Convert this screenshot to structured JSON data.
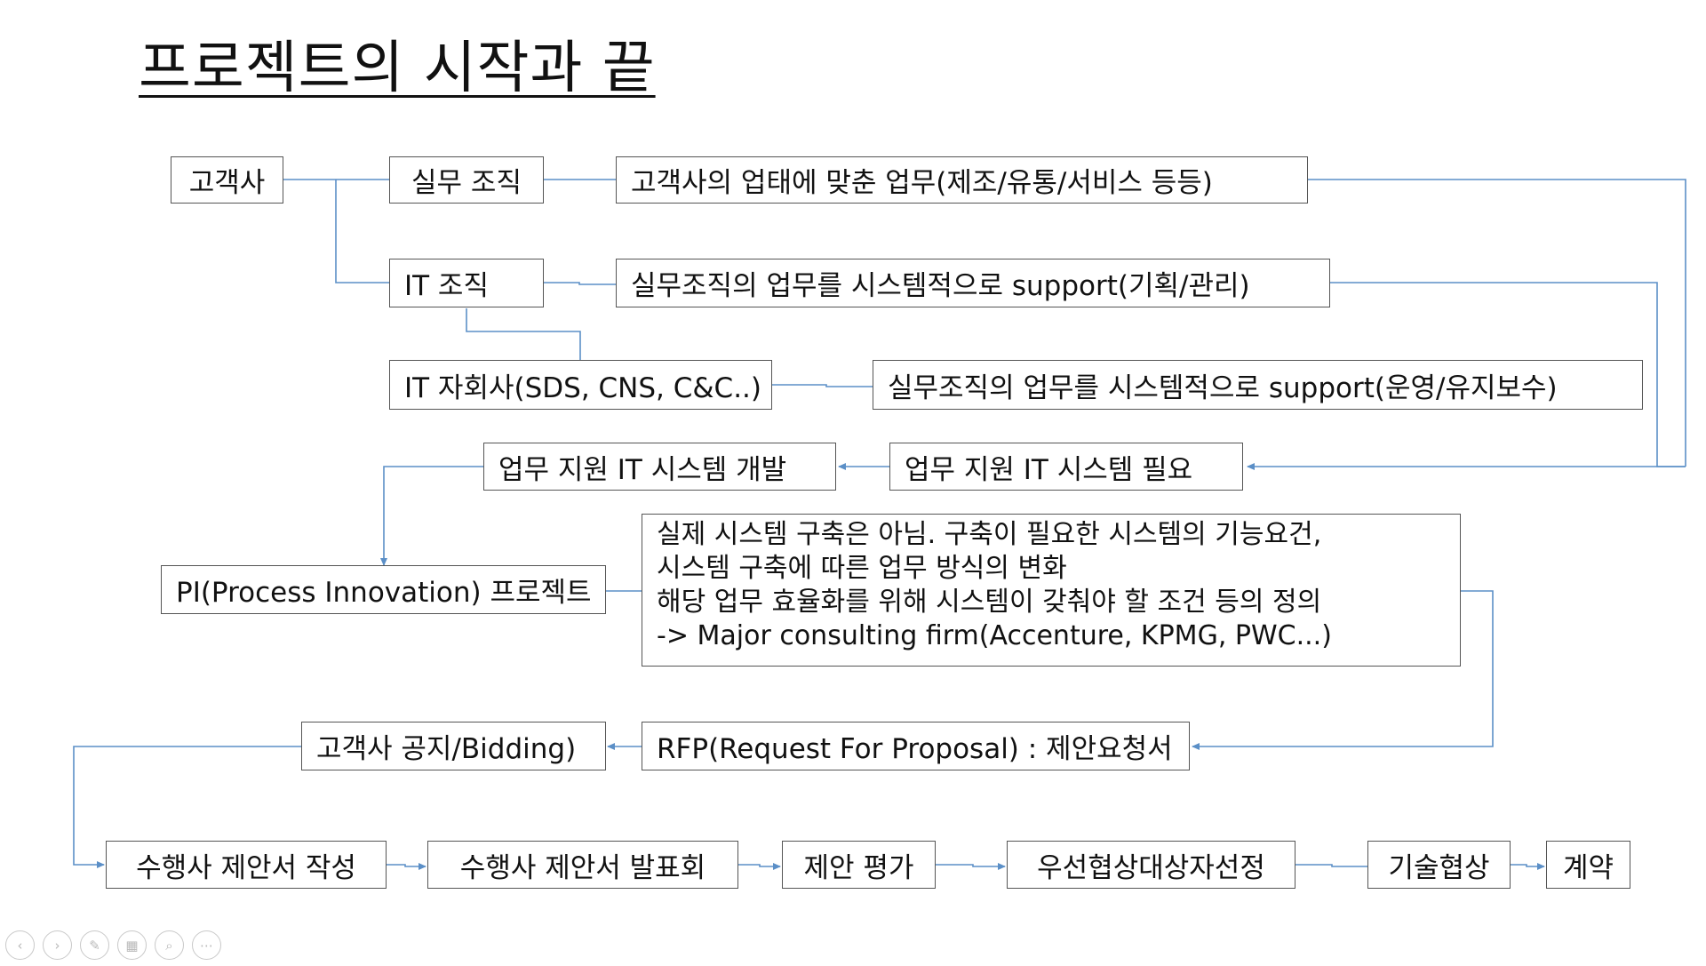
{
  "title": "프로젝트의 시작과 끝",
  "nodes": {
    "customer": "고객사",
    "business_org": "실무 조직",
    "business_desc": "고객사의 업태에 맞춘 업무(제조/유통/서비스 등등)",
    "it_org": "IT 조직",
    "it_org_desc": "실무조직의 업무를 시스템적으로 support(기획/관리)",
    "it_subsidiary": "IT 자회사(SDS, CNS, C&C..)",
    "it_subsidiary_desc": "실무조직의 업무를 시스템적으로 support(운영/유지보수)",
    "need_system": "업무 지원 IT 시스템 필요",
    "develop_system": "업무 지원 IT 시스템 개발",
    "pi_project": "PI(Process Innovation) 프로젝트",
    "pi_desc_lines": [
      "실제 시스템 구축은 아님. 구축이 필요한 시스템의 기능요건,",
      "시스템 구축에 따른 업무 방식의 변화",
      "해당 업무 효율화를 위해 시스템이 갖춰야 할 조건 등의 정의",
      "-> Major consulting firm(Accenture, KPMG, PWC...)"
    ],
    "rfp": "RFP(Request For Proposal) : 제안요청서",
    "bidding": "고객사 공지/Bidding)",
    "write_proposal": "수행사 제안서 작성",
    "present_proposal": "수행사 제안서 발표회",
    "evaluation": "제안 평가",
    "priority_selection": "우선협상대상자선정",
    "tech_negotiation": "기술협상",
    "contract": "계약"
  },
  "colors": {
    "connector": "#5b8fc7",
    "box_border": "#555555"
  },
  "nav_icons": [
    "prev-icon",
    "next-icon",
    "pen-icon",
    "slides-icon",
    "zoom-icon",
    "more-icon"
  ]
}
